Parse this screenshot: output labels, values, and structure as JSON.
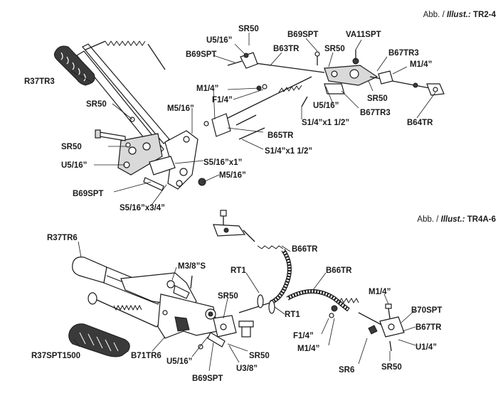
{
  "header_top": {
    "prefix": "Abb. / ",
    "italic": "Illust.:",
    "model": " TR2-4"
  },
  "header_bottom": {
    "prefix": "Abb. / ",
    "italic": "Illust.:",
    "model": " TR4A-6"
  },
  "labels_top": {
    "sr50_a": "SR50",
    "u516_a": "U5/16”",
    "b69spt_a": "B69SPT",
    "b63tr": "B63TR",
    "b69spt_b": "B69SPT",
    "sr50_b": "SR50",
    "va11spt": "VA11SPT",
    "b67tr3_a": "B67TR3",
    "m14_a": "M1/4”",
    "r37tr3": "R37TR3",
    "m14_b": "M1/4”",
    "f14_a": "F1/4”",
    "sr50_c": "SR50",
    "u516_b": "U5/16”",
    "b67tr3_b": "B67TR3",
    "sr50_d": "SR50",
    "m516_a": "M5/16”",
    "s14x112_a": "S1/4”x1 1/2”",
    "b64tr": "B64TR",
    "b65tr": "B65TR",
    "sr50_e": "SR50",
    "s14x112_b": "S1/4”x1 1/2”",
    "u516_c": "U5/16”",
    "s516x1": "S5/16”x1”",
    "m516_b": "M5/16”",
    "b69spt_c": "B69SPT",
    "s516x34": "S5/16”x3/4”"
  },
  "labels_bottom": {
    "r37tr6": "R37TR6",
    "b66tr_a": "B66TR",
    "m38s": "M3/8”S",
    "rt1_a": "RT1",
    "b66tr_b": "B66TR",
    "sr50_f": "SR50",
    "rt1_b": "RT1",
    "m14_c": "M1/4”",
    "b70spt": "B70SPT",
    "f14_b": "F1/4”",
    "b67tr": "B67TR",
    "m14_d": "M1/4”",
    "u14": "U1/4”",
    "r37spt1500": "R37SPT1500",
    "b71tr6": "B71TR6",
    "u516_d": "U5/16”",
    "sr50_g": "SR50",
    "u38": "U3/8”",
    "b69spt_d": "B69SPT",
    "sr6": "SR6",
    "sr50_h": "SR50"
  }
}
